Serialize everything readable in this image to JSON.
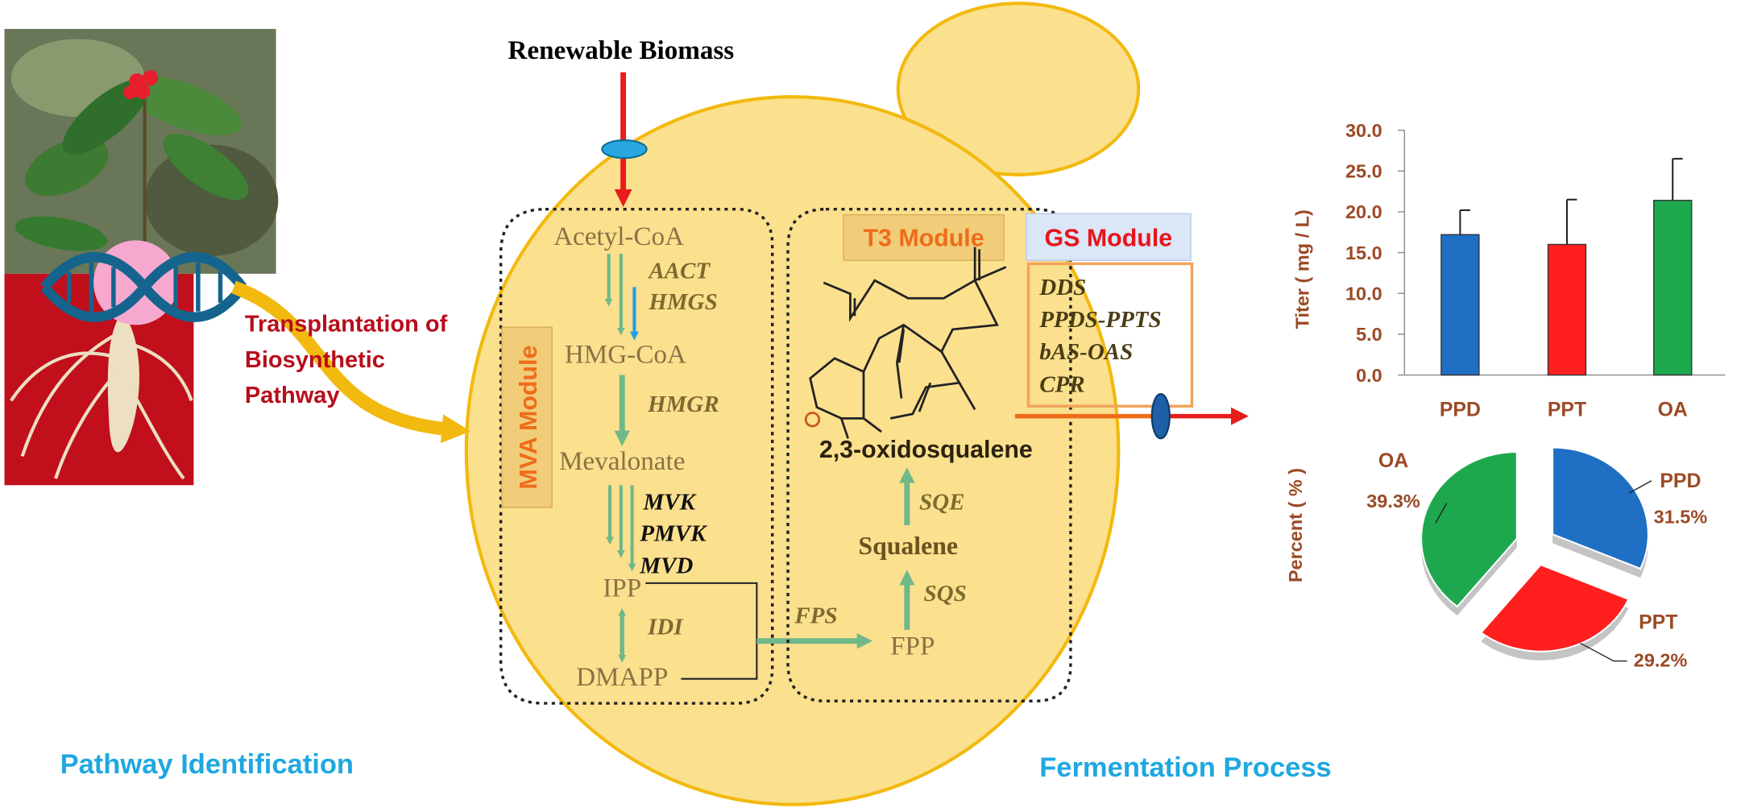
{
  "biomass": "Renewable Biomass",
  "transplant": [
    "Transplantation of",
    "Biosynthetic",
    "Pathway"
  ],
  "footer": {
    "left": "Pathway Identification",
    "right": "Fermentation Process"
  },
  "modules": {
    "mva": "MVA Module",
    "t3": "T3 Module",
    "gs": "GS Module"
  },
  "mva": {
    "acetyl": "Acetyl-CoA",
    "hmgcoa": "HMG-CoA",
    "mevalonate": "Mevalonate",
    "ipp": "IPP",
    "dmapp": "DMAPP",
    "aact": "AACT",
    "hmgs": "HMGS",
    "hmgr": "HMGR",
    "mvk": "MVK",
    "pmvk": "PMVK",
    "mvd": "MVD",
    "idi": "IDI"
  },
  "t3": {
    "fps": "FPS",
    "fpp": "FPP",
    "sqs": "SQS",
    "squalene": "Squalene",
    "sqe": "SQE",
    "oxido": "2,3-oxidosqualene"
  },
  "gs": {
    "genes": [
      "DDS",
      "PPDS-PPTS",
      "bAS-OAS",
      "CPR"
    ]
  },
  "chart_data": [
    {
      "type": "bar",
      "categories": [
        "PPD",
        "PPT",
        "OA"
      ],
      "values": [
        17.2,
        16.0,
        21.4
      ],
      "errors": [
        3.0,
        5.5,
        5.1
      ],
      "colors": [
        "#1f6fc5",
        "#ff1f1f",
        "#1ea84e"
      ],
      "ylabel": "Titer ( mg / L)",
      "ylim": [
        0,
        30
      ],
      "yticks": [
        "0.0",
        "5.0",
        "10.0",
        "15.0",
        "20.0",
        "25.0",
        "30.0"
      ]
    },
    {
      "type": "pie",
      "ylabel": "Percent ( % )",
      "labels": [
        "PPD",
        "PPT",
        "OA"
      ],
      "values": [
        31.5,
        29.2,
        39.3
      ],
      "value_labels": [
        "31.5%",
        "29.2%",
        "39.3%"
      ],
      "colors": [
        "#1f6fc5",
        "#ff1f1f",
        "#1ea84e"
      ]
    }
  ]
}
